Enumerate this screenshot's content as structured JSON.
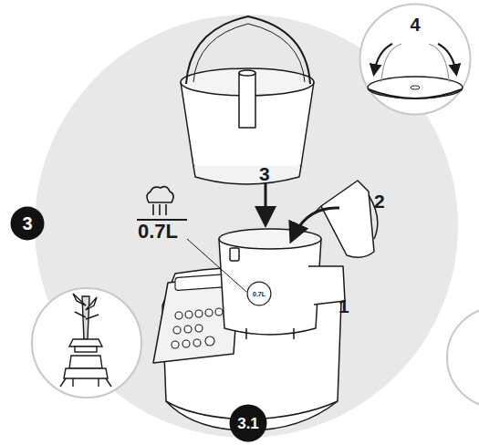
{
  "diagram": {
    "nodes": [
      {
        "text": [
          "4"
        ]
      },
      {
        "text": [
          "3"
        ]
      },
      {
        "text": [
          "0.7L"
        ]
      },
      {
        "text": [
          "3.1"
        ]
      }
    ],
    "labels": [
      "3",
      "2",
      "0.7L",
      "1"
    ]
  }
}
